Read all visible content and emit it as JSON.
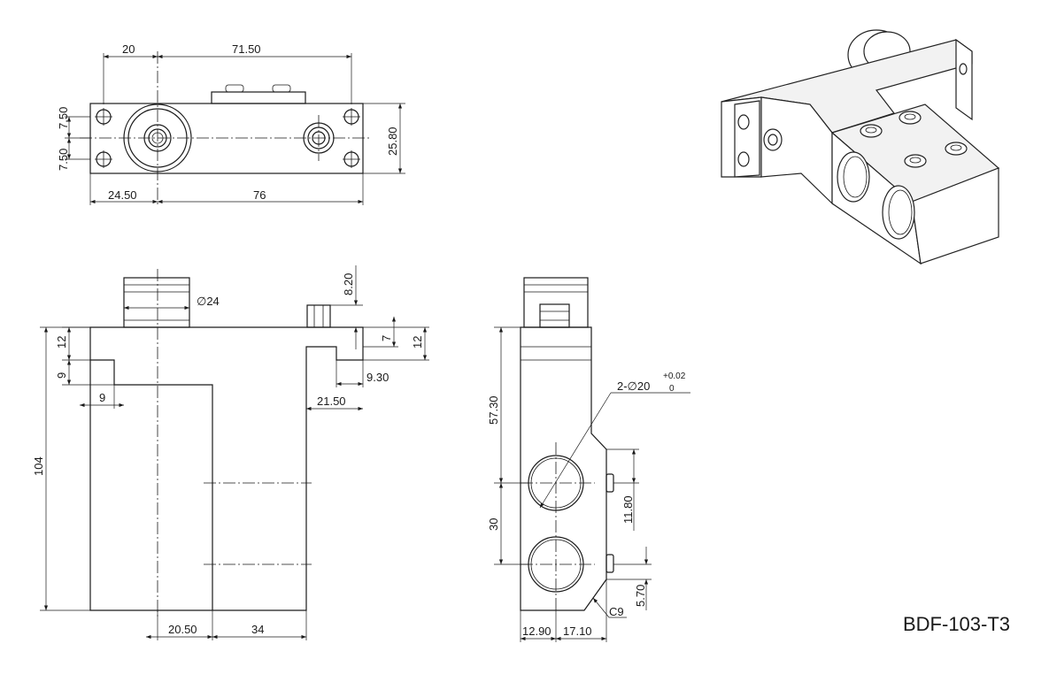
{
  "drawing": {
    "part_number": "BDF-103-T3",
    "top_view": {
      "dim_20": "20",
      "dim_71_50": "71.50",
      "dim_7_50_top": "7.50",
      "dim_7_50_bottom": "7.50",
      "dim_25_80": "25.80",
      "dim_24_50": "24.50",
      "dim_76": "76"
    },
    "front_view": {
      "dim_diameter_24": "∅24",
      "dim_8_20": "8.20",
      "dim_12_left": "12",
      "dim_7": "7",
      "dim_12_right": "12",
      "dim_9_vertical": "9",
      "dim_9_horizontal": "9",
      "dim_9_30": "9.30",
      "dim_21_50": "21.50",
      "dim_104": "104",
      "dim_20_50": "20.50",
      "dim_34": "34"
    },
    "side_view": {
      "dim_57_30": "57.30",
      "dim_30": "30",
      "hole_callout": "2-∅20",
      "tol_upper": "+0.02",
      "tol_lower": "0",
      "dim_11_80": "11.80",
      "dim_5_70": "5.70",
      "chamfer": "C9",
      "dim_12_90": "12.90",
      "dim_17_10": "17.10"
    }
  }
}
